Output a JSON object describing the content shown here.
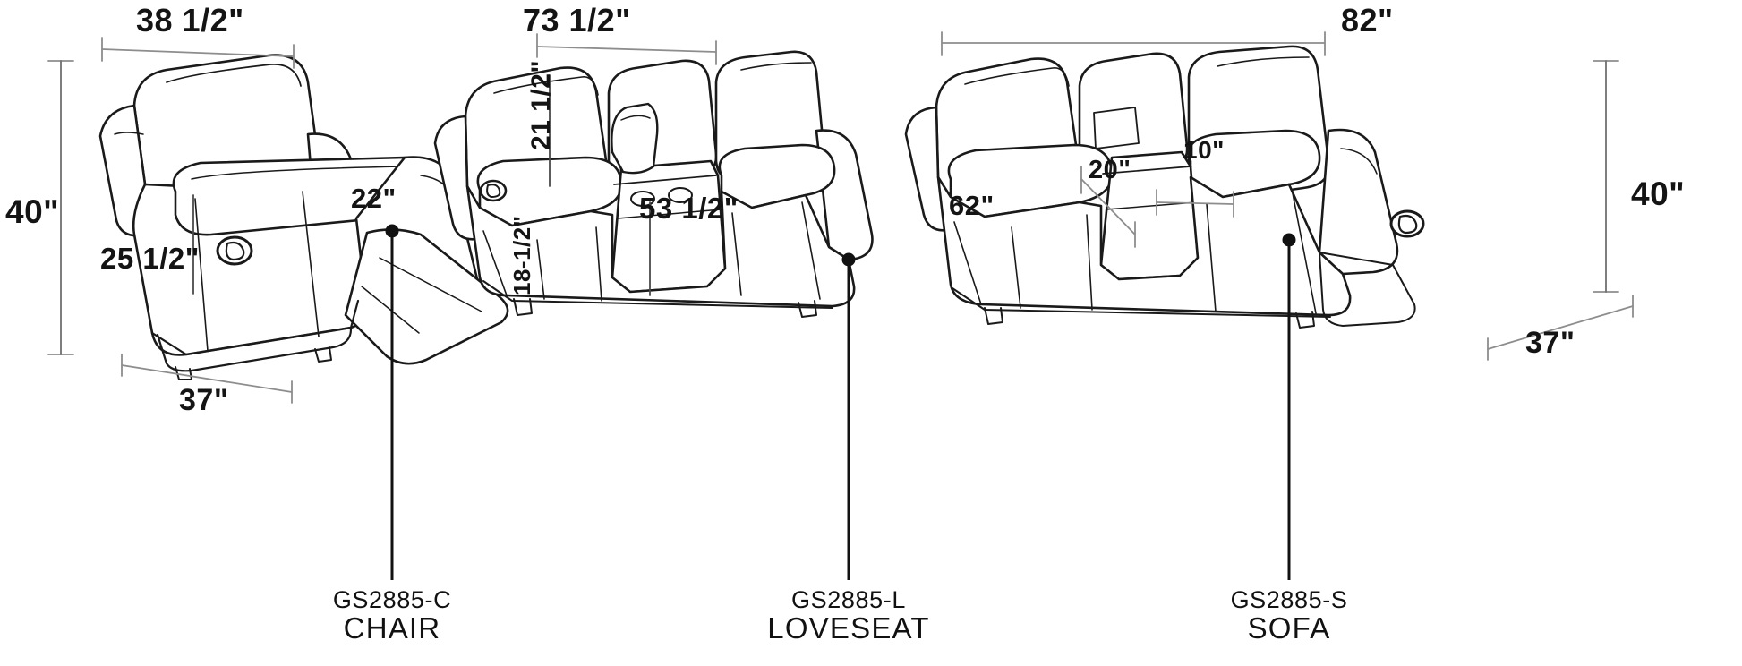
{
  "diagram": {
    "title": "Reclining Living Room Set Dimension Diagram",
    "units": "inches",
    "line_color": "#1a1a1a",
    "dim_line_color": "#8a8a8a",
    "background": "#ffffff"
  },
  "dimensions": {
    "chair_width_top": "38 1/2\"",
    "set_height_left": "40\"",
    "chair_seat_height": "25 1/2\"",
    "chair_arm_depth": "22\"",
    "chair_depth_bottom": "37\"",
    "loveseat_width_top": "73 1/2\"",
    "loveseat_back_height": "21 1/2\"",
    "loveseat_seat_height": "18-1/2\"",
    "loveseat_seating_width": "53 1/2\"",
    "sofa_width_top": "82\"",
    "sofa_seating_width": "62\"",
    "sofa_console_depth": "20\"",
    "sofa_console_width": "10\"",
    "set_height_right": "40\"",
    "sofa_depth_bottom": "37\""
  },
  "parts": [
    {
      "code": "GS2885-C",
      "name": "CHAIR"
    },
    {
      "code": "GS2885-L",
      "name": "LOVESEAT"
    },
    {
      "code": "GS2885-S",
      "name": "SOFA"
    }
  ]
}
